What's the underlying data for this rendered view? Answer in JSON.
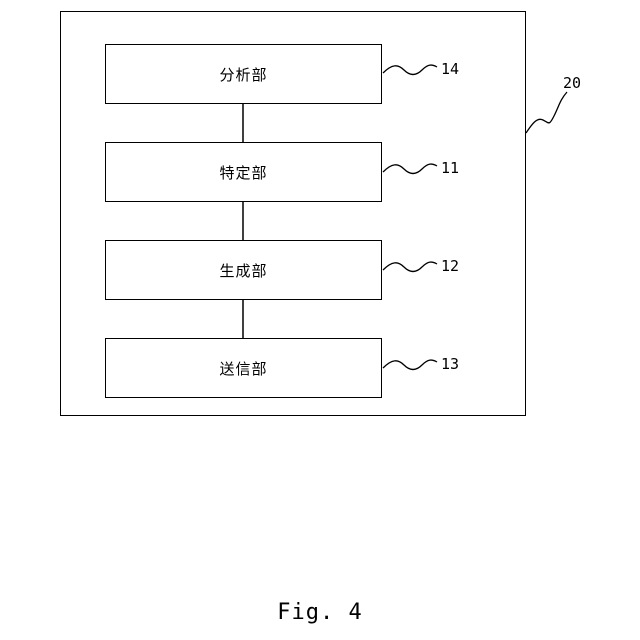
{
  "diagram": {
    "outer_ref": "20",
    "blocks": [
      {
        "label": "分析部",
        "ref": "14"
      },
      {
        "label": "特定部",
        "ref": "11"
      },
      {
        "label": "生成部",
        "ref": "12"
      },
      {
        "label": "送信部",
        "ref": "13"
      }
    ]
  },
  "caption": "Fig. 4"
}
